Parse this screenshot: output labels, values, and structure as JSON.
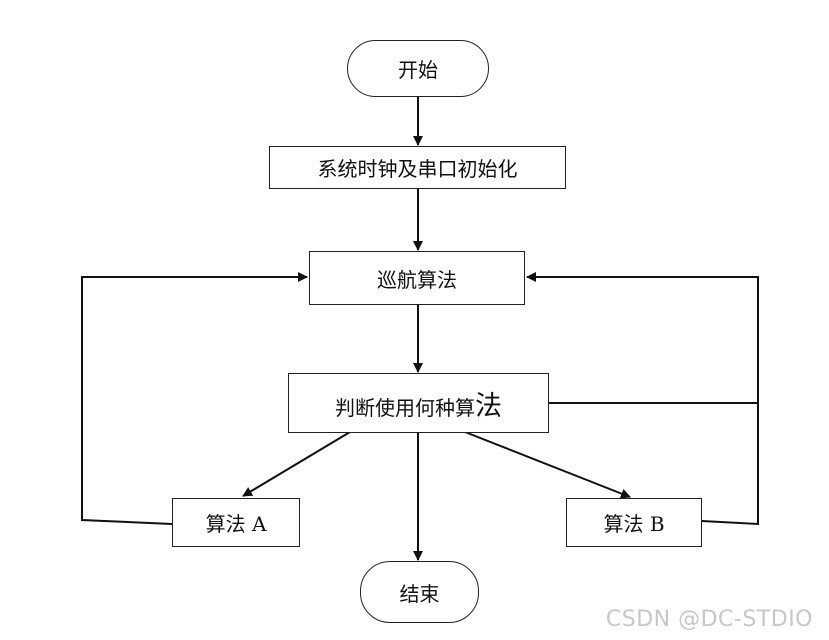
{
  "nodes": {
    "start": "开始",
    "init": "系统时钟及串口初始化",
    "cruise": "巡航算法",
    "decide_main": "判断使用何种算",
    "decide_last": "法",
    "alg_a": "算法 A",
    "alg_b": "算法 B",
    "end": "结束"
  },
  "watermark": "CSDN @DC-STDIO",
  "colors": {
    "line": "#111111",
    "border": "#222222",
    "watermark": "#c7c7c7"
  }
}
